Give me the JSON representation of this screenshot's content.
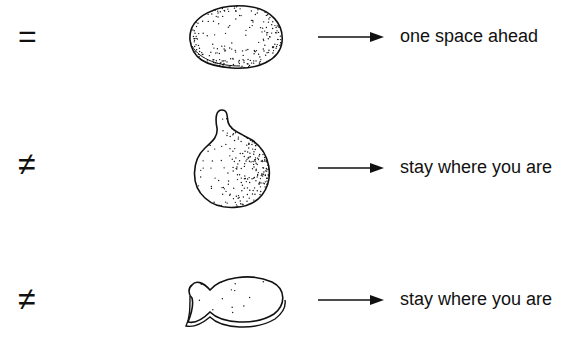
{
  "diagram": {
    "labels": [
      "=",
      "one space ahead",
      "≠",
      "stay where you are",
      "≠",
      "stay where you are"
    ]
  }
}
